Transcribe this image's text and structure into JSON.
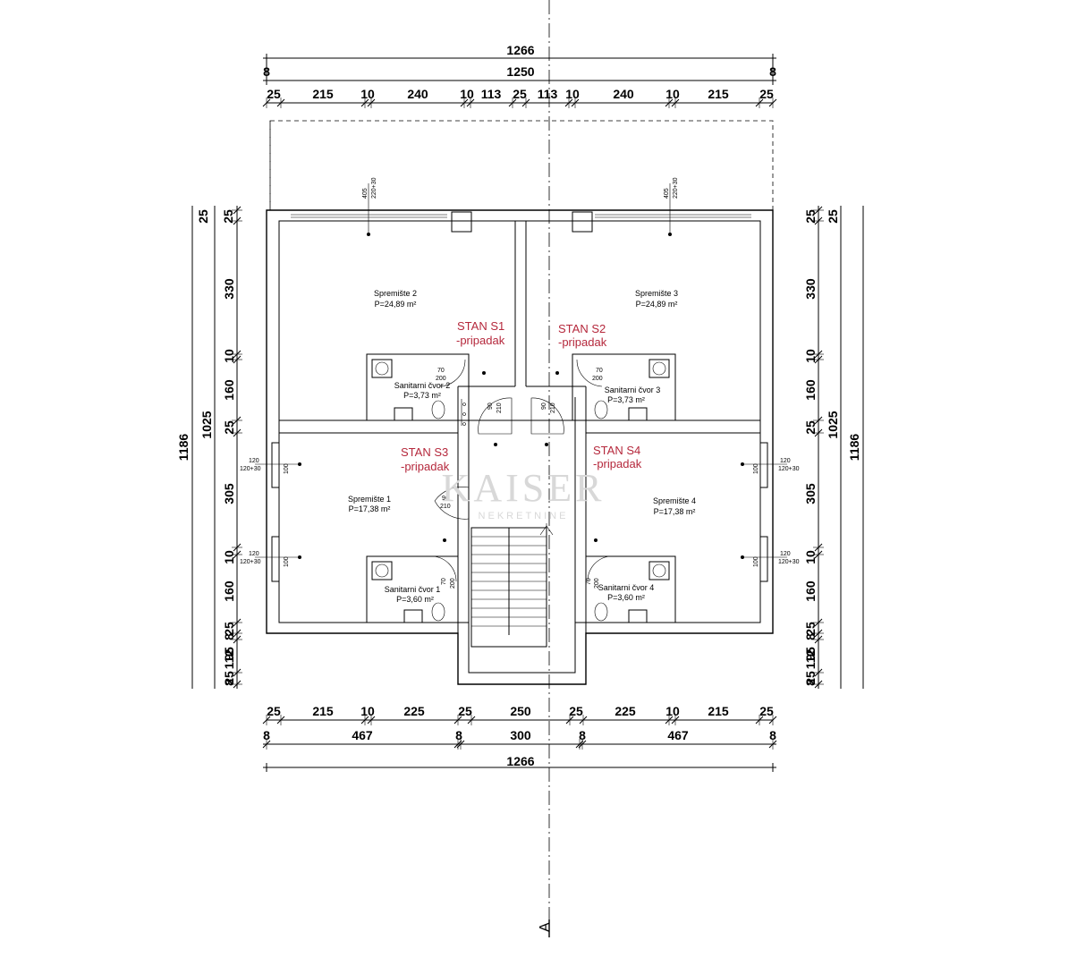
{
  "dims_top": {
    "overall": "1266",
    "inner": "1250",
    "end_a": "8",
    "end_b": "8",
    "segments": [
      "25",
      "215",
      "10",
      "240",
      "10",
      "113",
      "25",
      "113",
      "10",
      "240",
      "10",
      "215",
      "25"
    ]
  },
  "dims_bottom": {
    "segments": [
      "25",
      "215",
      "10",
      "225",
      "25",
      "250",
      "25",
      "225",
      "10",
      "215",
      "25"
    ],
    "mid": [
      "8",
      "467",
      "8",
      "300",
      "8",
      "467",
      "8"
    ],
    "overall": "1266"
  },
  "dims_left": {
    "overall": "1186",
    "inner": "1025",
    "small_top": [
      "25",
      "25"
    ],
    "segments": [
      "330",
      "10",
      "160",
      "25",
      "305",
      "10",
      "160",
      "25",
      "8",
      "95",
      "112",
      "8",
      "25"
    ]
  },
  "dims_right": {
    "overall": "1186",
    "inner": "1025",
    "small_top": [
      "25",
      "25"
    ],
    "segments": [
      "330",
      "10",
      "160",
      "25",
      "305",
      "10",
      "160",
      "25",
      "8",
      "95",
      "112",
      "8",
      "25"
    ]
  },
  "rooms": {
    "spremiste2": {
      "name": "Spremište 2",
      "area": "P=24,89 m²"
    },
    "spremiste3": {
      "name": "Spremište 3",
      "area": "P=24,89 m²"
    },
    "spremiste1": {
      "name": "Spremište 1",
      "area": "P=17,38 m²"
    },
    "spremiste4": {
      "name": "Spremište 4",
      "area": "P=17,38 m²"
    },
    "sanitarni2": {
      "name": "Sanitarni čvor 2",
      "area": "P=3,73 m²"
    },
    "sanitarni3": {
      "name": "Sanitarni čvor 3",
      "area": "P=3,73 m²"
    },
    "sanitarni1": {
      "name": "Sanitarni čvor 1",
      "area": "P=3,60 m²"
    },
    "sanitarni4": {
      "name": "Sanitarni čvor 4",
      "area": "P=3,60 m²"
    }
  },
  "units": {
    "s1": {
      "title": "STAN S1",
      "sub": "-pripadak"
    },
    "s2": {
      "title": "STAN S2",
      "sub": "-pripadak"
    },
    "s3": {
      "title": "STAN S3",
      "sub": "-pripadak"
    },
    "s4": {
      "title": "STAN S4",
      "sub": "-pripadak"
    }
  },
  "openings": {
    "door_70": "70",
    "door_200": "200",
    "door_90": "90",
    "door_210": "210",
    "win_405": "405",
    "win_220": "220+30",
    "win_120": "120",
    "win_120_30": "120+30",
    "win_100": "100"
  },
  "watermark": {
    "main": "KAISER",
    "sub": "NEKRETNINE"
  },
  "section_label": "A",
  "colors": {
    "unit_label": "#b5283c",
    "line": "#000000",
    "watermark": "#d8d8d8"
  }
}
